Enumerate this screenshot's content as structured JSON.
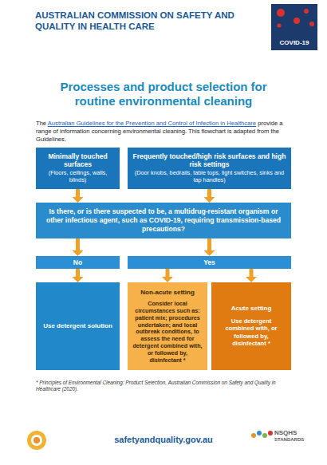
{
  "diagram": {
    "title": "Processes and product selection for routine environmental cleaning",
    "nodes": [
      {
        "text": [
          "COVID-19"
        ]
      },
      {
        "text": [
          "Minimally touched surfaces",
          "(Floors, ceilings, walls, blinds)"
        ]
      },
      {
        "text": [
          "Frequently touched/high risk surfaces and high risk settings",
          "(Door knobs, bedrails, table tops, light switches, sinks and tap handles)"
        ]
      },
      {
        "text": [
          "Is there, or is there suspected to be, a multidrug-resistant organism or other infectious agent, such as COVID-19, requiring transmission-based precautions?"
        ]
      },
      {
        "text": [
          "No"
        ]
      },
      {
        "text": [
          "Yes"
        ]
      },
      {
        "text": [
          "Use detergent solution"
        ]
      },
      {
        "text": [
          "Non-acute setting",
          "Consider local circumstances such as: patient mix; procedures undertaken; and local outbreak conditions, to assess the need for detergent combined with, or followed by, disinfectant *"
        ]
      },
      {
        "text": [
          "Acute setting",
          "Use detergent combined with, or followed by, disinfectant *"
        ]
      }
    ],
    "edges": [
      {
        "from": 1,
        "to": 3,
        "arrow": "to"
      },
      {
        "from": 2,
        "to": 3,
        "arrow": "to"
      },
      {
        "from": 3,
        "to": 4,
        "arrow": "to"
      },
      {
        "from": 3,
        "to": 5,
        "arrow": "to"
      },
      {
        "from": 4,
        "to": 6,
        "arrow": "to"
      },
      {
        "from": 5,
        "to": 7,
        "arrow": "to"
      },
      {
        "from": 5,
        "to": 8,
        "arrow": "to"
      }
    ],
    "labels": [
      "AUSTRALIAN COMMISSION ON SAFETY AND QUALITY IN HEALTH CARE",
      "The",
      "Australian Guidelines for the Prevention and Control of Infection in Healthcare",
      "provide a range of information concerning environmental cleaning. This flowchart is adapted from the Guidelines.",
      "* Principles of Environmental Cleaning: Product Selection, Australian Commission on Safety and Quality in Healthcare (2020).",
      "safetyandquality.gov.au",
      "NSQHS",
      "STANDARDS"
    ]
  }
}
